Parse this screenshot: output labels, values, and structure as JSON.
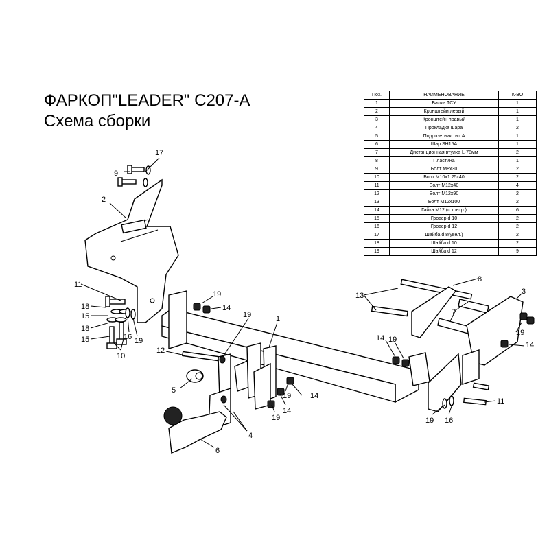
{
  "title": {
    "line1": "ФАРКОП\"LEADER\" C207-A",
    "line2": "Схема сборки"
  },
  "table": {
    "headers": [
      "Поз.",
      "НАИМЕНОВАНИЕ",
      "К-ВО"
    ],
    "rows": [
      [
        "1",
        "Балка ТСУ",
        "1"
      ],
      [
        "2",
        "Кронштейн левый",
        "1"
      ],
      [
        "3",
        "Кронштейн правый",
        "1"
      ],
      [
        "4",
        "Прокладка шара",
        "2"
      ],
      [
        "5",
        "Подрозетник тип А",
        "1"
      ],
      [
        "6",
        "Шар SH15A",
        "1"
      ],
      [
        "7",
        "Дистанционная втулка L-78мм",
        "2"
      ],
      [
        "8",
        "Пластина",
        "1"
      ],
      [
        "9",
        "Болт M8x30",
        "2"
      ],
      [
        "10",
        "Болт M10x1.25x40",
        "2"
      ],
      [
        "11",
        "Болт M12x40",
        "4"
      ],
      [
        "12",
        "Болт M12x90",
        "2"
      ],
      [
        "13",
        "Болт M12x100",
        "2"
      ],
      [
        "14",
        "Гайка M12 (с.контр.)",
        "6"
      ],
      [
        "15",
        "Гровер d 10",
        "2"
      ],
      [
        "16",
        "Гровер d 12",
        "2"
      ],
      [
        "17",
        "Шайба d 8(увел.)",
        "2"
      ],
      [
        "18",
        "Шайба d 10",
        "2"
      ],
      [
        "19",
        "Шайба d 12",
        "9"
      ]
    ]
  },
  "labels": {
    "l17": "17",
    "l9": "9",
    "l2": "2",
    "l11a": "11",
    "l18a": "18",
    "l15a": "15",
    "l18b": "18",
    "l15b": "15",
    "l10": "10",
    "l16a": "16",
    "l19a": "19",
    "l19b": "19",
    "l14a": "14",
    "l19c": "19",
    "l1": "1",
    "l12": "12",
    "l5": "5",
    "l19d": "19",
    "l14b": "14",
    "l19e": "19",
    "l14c": "14",
    "l4": "4",
    "l6": "6",
    "l13": "13",
    "l8": "8",
    "l7": "7",
    "l3": "3",
    "l14d": "14",
    "l19f": "19",
    "l19g": "19",
    "l14e": "14",
    "l11b": "11",
    "l19h": "19",
    "l16b": "16"
  }
}
